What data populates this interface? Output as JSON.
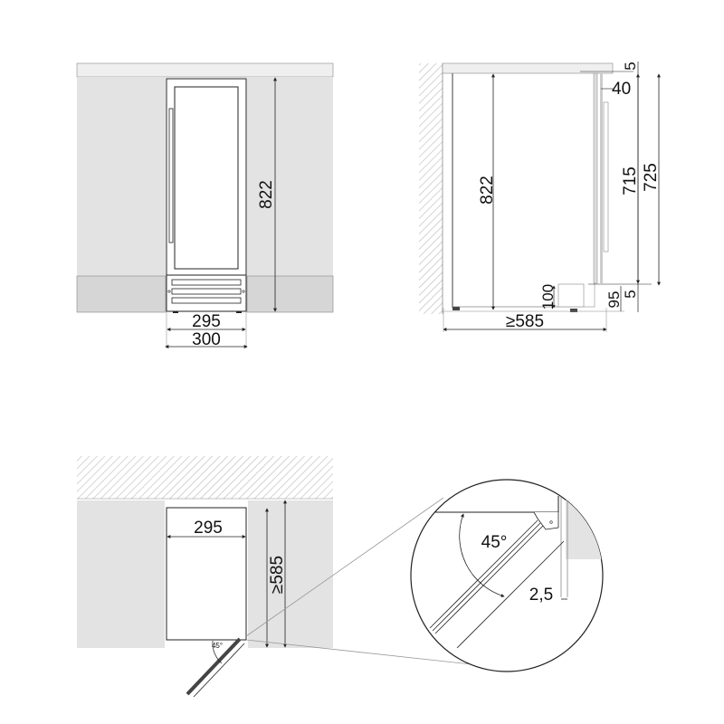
{
  "colors": {
    "cabinet_fill": "#e3e3e3",
    "plinth_fill": "#d6d6d6",
    "counter_fill": "#efefef",
    "line": "#222222",
    "leader": "#999999",
    "hatch": "#b8b8b8"
  },
  "front_view": {
    "height_label": "822",
    "inner_width_label": "295",
    "outer_width_label": "300"
  },
  "side_view": {
    "height_label": "822",
    "depth_label": "≥585",
    "top_gap_label": "5",
    "door_offset_label": "40",
    "door_height_label": "715",
    "total_height_label": "725",
    "plinth_height_label": "100",
    "bottom_gap_label": "5",
    "base_height_label": "95"
  },
  "top_view": {
    "width_label": "295",
    "depth_label": "≥585",
    "door_angle_label": "45°"
  },
  "detail_view": {
    "angle_label": "45°",
    "gap_label": "2,5"
  }
}
